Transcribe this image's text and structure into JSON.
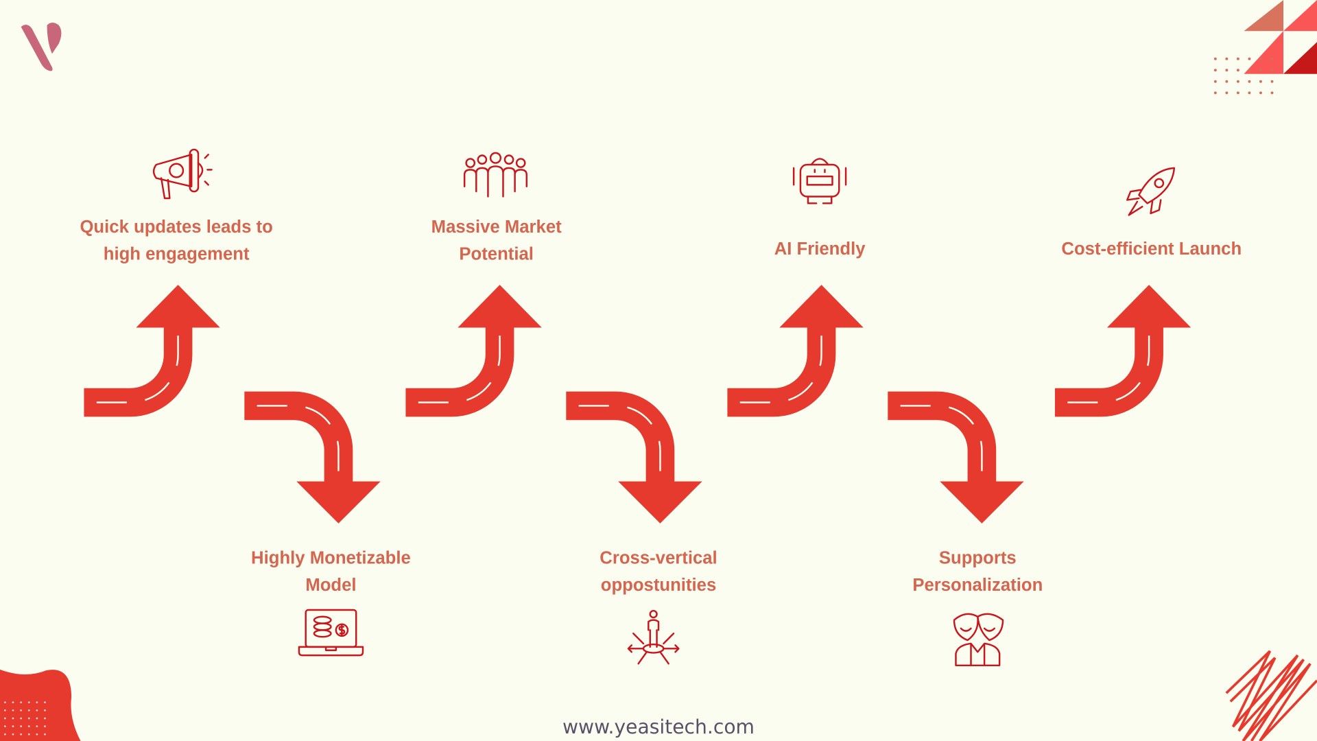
{
  "brand": {
    "logo_letter": "V",
    "website": "www.yeasitech.com"
  },
  "colors": {
    "background": "#fbfdf1",
    "arrow": "#e63a2e",
    "label": "#d4664f",
    "icon": "#c8161d"
  },
  "steps": [
    {
      "icon": "megaphone-icon",
      "lines": [
        "Quick updates leads to",
        "high engagement"
      ],
      "direction": "up"
    },
    {
      "icon": "laptop-money-icon",
      "lines": [
        "Highly Monetizable",
        "Model"
      ],
      "direction": "down"
    },
    {
      "icon": "crowd-icon",
      "lines": [
        "Massive Market",
        "Potential"
      ],
      "direction": "up"
    },
    {
      "icon": "person-network-icon",
      "lines": [
        "Cross-vertical",
        "oppostunities"
      ],
      "direction": "down"
    },
    {
      "icon": "robot-icon",
      "lines": [
        "AI Friendly"
      ],
      "direction": "up"
    },
    {
      "icon": "theater-masks-icon",
      "lines": [
        "Supports",
        "Personalization"
      ],
      "direction": "down"
    },
    {
      "icon": "rocket-icon",
      "lines": [
        "Cost-efficient Launch"
      ],
      "direction": "up"
    }
  ]
}
